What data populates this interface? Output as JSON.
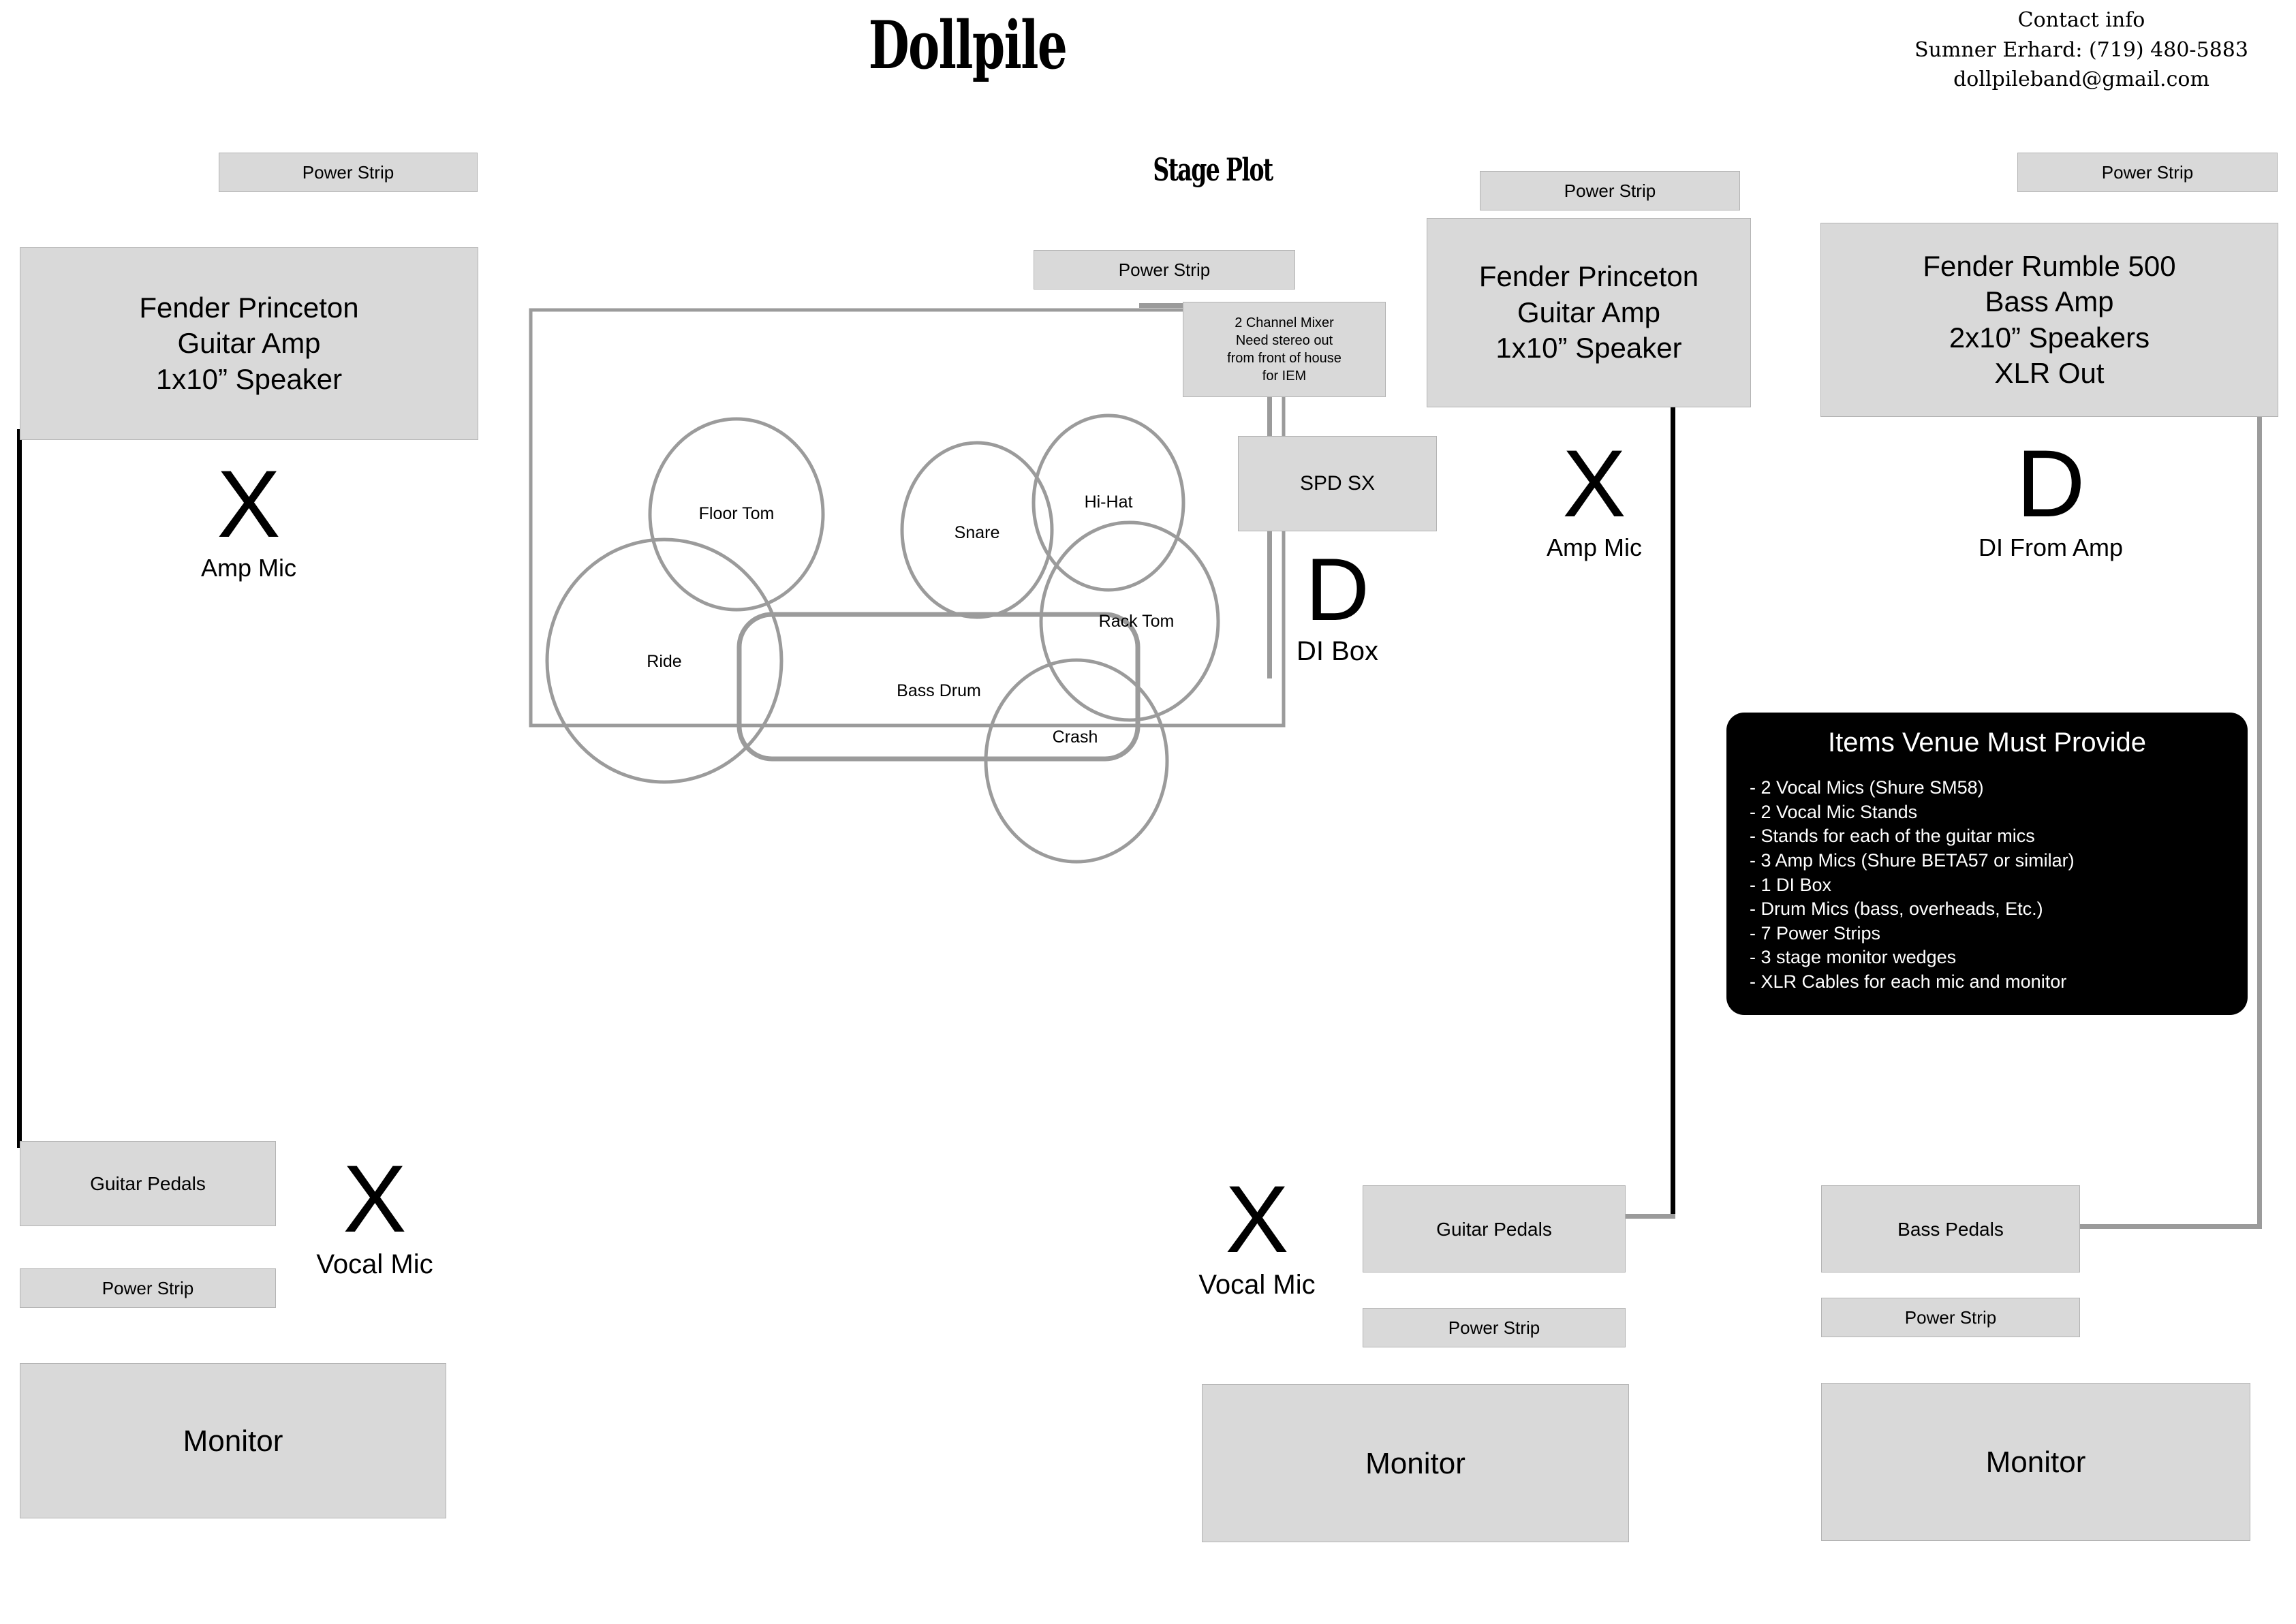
{
  "header": {
    "band_name": "Dollpile",
    "plot_title": "Stage  Plot",
    "contact": {
      "heading": "Contact info",
      "phone_line": "Sumner Erhard: (719) 480-5883",
      "email": "dollpileband@gmail.com"
    }
  },
  "colors": {
    "box_fill": "#d9d9d9",
    "box_border": "#b3b3b3",
    "cable_black": "#000000",
    "cable_gray": "#9b9b9b",
    "venue_panel_bg": "#000000",
    "venue_panel_text": "#ffffff",
    "page_bg": "#ffffff"
  },
  "labels": {
    "power_strip": "Power Strip",
    "guitar_pedals": "Guitar Pedals",
    "bass_pedals": "Bass Pedals",
    "monitor": "Monitor",
    "spd_sx": "SPD SX",
    "mixer": "2 Channel Mixer\nNeed stereo out\nfrom front of house\nfor IEM",
    "amp_left": "Fender Princeton\nGuitar Amp\n1x10” Speaker",
    "amp_mid": "Fender Princeton\nGuitar Amp\n1x10” Speaker",
    "amp_bass": "Fender Rumble 500\nBass Amp\n2x10” Speakers\nXLR Out"
  },
  "markers": {
    "amp_mic_left": {
      "glyph": "X",
      "caption": "Amp Mic"
    },
    "vocal_mic_left": {
      "glyph": "X",
      "caption": "Vocal Mic"
    },
    "di_box": {
      "glyph": "D",
      "caption": "DI Box"
    },
    "amp_mic_mid": {
      "glyph": "X",
      "caption": "Amp Mic"
    },
    "vocal_mic_mid": {
      "glyph": "X",
      "caption": "Vocal Mic"
    },
    "di_from_amp": {
      "glyph": "D",
      "caption": "DI From Amp"
    }
  },
  "drum_kit": {
    "pieces": [
      {
        "name": "Floor Tom",
        "label": "Floor Tom"
      },
      {
        "name": "Snare",
        "label": "Snare"
      },
      {
        "name": "Hi-Hat",
        "label": "Hi-Hat"
      },
      {
        "name": "Rack Tom",
        "label": "Rack Tom"
      },
      {
        "name": "Ride",
        "label": "Ride"
      },
      {
        "name": "Bass Drum",
        "label": "Bass Drum"
      },
      {
        "name": "Crash",
        "label": "Crash"
      }
    ]
  },
  "venue_panel": {
    "title": "Items Venue Must Provide",
    "items": [
      "- 2 Vocal Mics (Shure SM58)",
      "- 2 Vocal Mic Stands",
      "- Stands for each of the guitar mics",
      "- 3 Amp Mics (Shure BETA57 or similar)",
      "- 1 DI Box",
      "- Drum Mics (bass, overheads, Etc.)",
      "- 7 Power Strips",
      "- 3 stage monitor wedges",
      "- XLR Cables for each mic and monitor"
    ]
  }
}
